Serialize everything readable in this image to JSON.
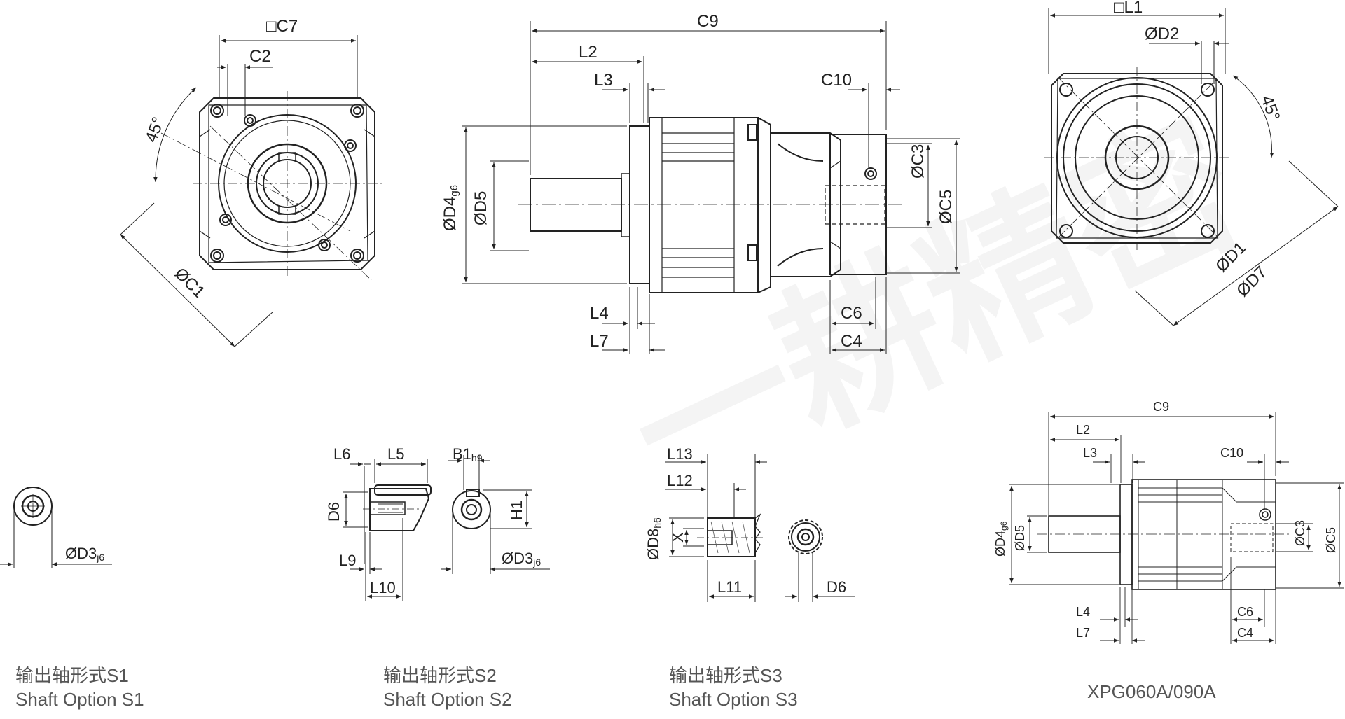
{
  "watermark": "一耕精密",
  "front_view": {
    "labels": {
      "c7": "□C7",
      "c2": "C2",
      "angle": "45°",
      "c1": "ØC1"
    }
  },
  "side_view": {
    "labels": {
      "c9": "C9",
      "l2": "L2",
      "l3": "L3",
      "c10": "C10",
      "d4": "ØD4",
      "d4_tol": "g6",
      "d5": "ØD5",
      "c3": "ØC3",
      "c5": "ØC5",
      "l4": "L4",
      "l7": "L7",
      "c6": "C6",
      "c4": "C4"
    }
  },
  "rear_view": {
    "labels": {
      "l1": "□L1",
      "d2": "ØD2",
      "angle": "45°",
      "d1": "ØD1",
      "d7": "ØD7"
    }
  },
  "shaft_s1": {
    "labels": {
      "d3": "ØD3",
      "d3_tol": "j6"
    },
    "caption_cn": "输出轴形式S1",
    "caption_en": "Shaft Option S1"
  },
  "shaft_s2": {
    "labels": {
      "l6": "L6",
      "l5": "L5",
      "b1": "B1",
      "b1_tol": "h9",
      "d6": "D6",
      "h1": "H1",
      "l9": "L9",
      "l10": "L10",
      "d3": "ØD3",
      "d3_tol": "j6"
    },
    "caption_cn": "输出轴形式S2",
    "caption_en": "Shaft Option S2"
  },
  "shaft_s3": {
    "labels": {
      "l13": "L13",
      "l12": "L12",
      "d8": "ØD8",
      "d8_tol": "h6",
      "x": "X",
      "l11": "L11",
      "d6": "D6"
    },
    "caption_cn": "输出轴形式S3",
    "caption_en": "Shaft Option S3"
  },
  "small_view": {
    "labels": {
      "c9": "C9",
      "l2": "L2",
      "l3": "L3",
      "c10": "C10",
      "d4": "ØD4",
      "d4_tol": "g6",
      "d5": "ØD5",
      "c3": "ØC3",
      "c5": "ØC5",
      "l4": "L4",
      "l7": "L7",
      "c6": "C6",
      "c4": "C4"
    },
    "model": "XPG060A/090A"
  }
}
